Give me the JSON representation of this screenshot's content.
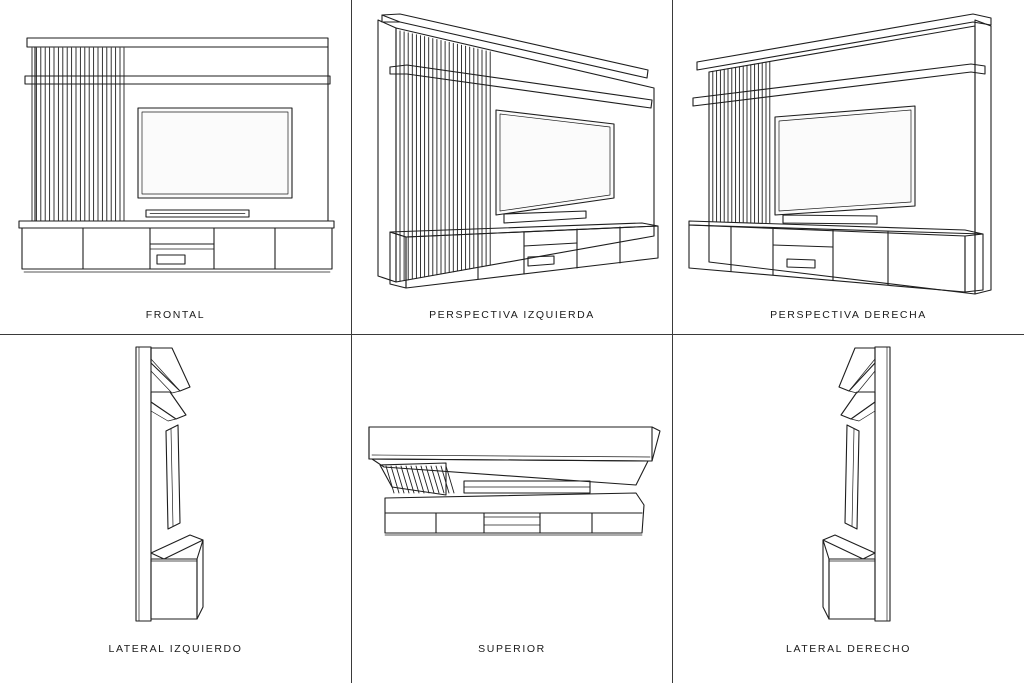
{
  "views": [
    {
      "id": "frontal",
      "label": "FRONTAL"
    },
    {
      "id": "perspectiva-izquierda",
      "label": "PERSPECTIVA IZQUIERDA"
    },
    {
      "id": "perspectiva-derecha",
      "label": "PERSPECTIVA DERECHA"
    },
    {
      "id": "lateral-izquierdo",
      "label": "LATERAL IZQUIERDO"
    },
    {
      "id": "superior",
      "label": "SUPERIOR"
    },
    {
      "id": "lateral-derecho",
      "label": "LATERAL DERECHO"
    }
  ],
  "colors": {
    "line": "#1e1e1e",
    "divider": "#3a3a3a",
    "background": "#ffffff"
  }
}
